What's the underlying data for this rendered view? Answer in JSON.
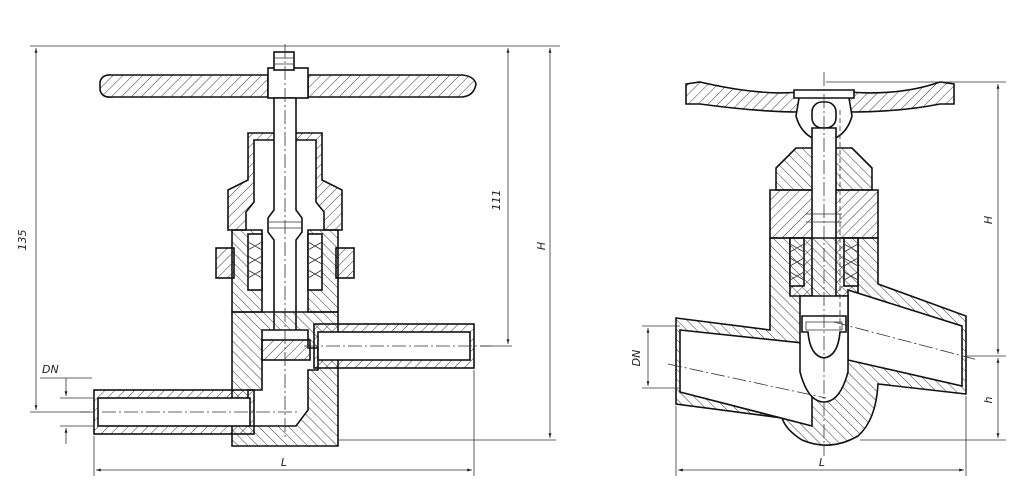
{
  "views": {
    "left": {
      "labels": {
        "height_total": "135",
        "height_partial": "111",
        "height_overall": "H",
        "nominal_diameter": "DN",
        "length": "L"
      }
    },
    "right": {
      "labels": {
        "height_upper": "H",
        "height_lower": "h",
        "nominal_diameter": "DN",
        "length": "L"
      }
    }
  },
  "colors": {
    "line": "#111111",
    "section_fill": "url-hatch",
    "background": "#ffffff"
  }
}
